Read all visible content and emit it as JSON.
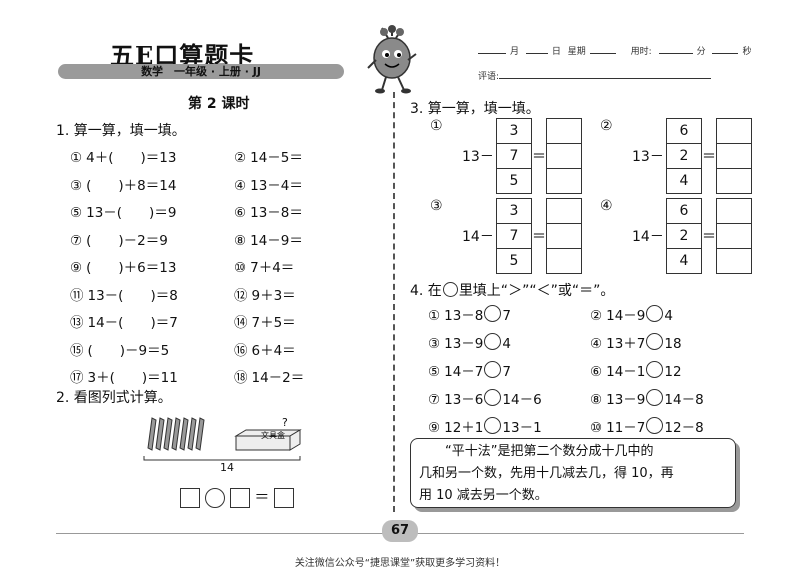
{
  "header": {
    "brand": "五E口算题卡",
    "subtitle": "数学　一年级 · 上册 · JJ",
    "date_labels": [
      "月",
      "日",
      "星期",
      "用时:",
      "分",
      "秒"
    ],
    "comment_label": "评语:"
  },
  "lesson_title": "第 2 课时",
  "section1": {
    "title": "1. 算一算，填一填。",
    "items": [
      {
        "num": "①",
        "text": "4＋(　　)＝13"
      },
      {
        "num": "②",
        "text": "14－5＝"
      },
      {
        "num": "③",
        "text": "(　　)＋8＝14"
      },
      {
        "num": "④",
        "text": "13－4＝"
      },
      {
        "num": "⑤",
        "text": "13－(　　)＝9"
      },
      {
        "num": "⑥",
        "text": "13－8＝"
      },
      {
        "num": "⑦",
        "text": "(　　)－2＝9"
      },
      {
        "num": "⑧",
        "text": "14－9＝"
      },
      {
        "num": "⑨",
        "text": "(　　)＋6＝13"
      },
      {
        "num": "⑩",
        "text": "7＋4＝"
      },
      {
        "num": "⑪",
        "text": "13－(　　)＝8"
      },
      {
        "num": "⑫",
        "text": "9＋3＝"
      },
      {
        "num": "⑬",
        "text": "14－(　　)＝7"
      },
      {
        "num": "⑭",
        "text": "7＋5＝"
      },
      {
        "num": "⑮",
        "text": "(　　)－9＝5"
      },
      {
        "num": "⑯",
        "text": "6＋4＝"
      },
      {
        "num": "⑰",
        "text": "3＋(　　)＝11"
      },
      {
        "num": "⑱",
        "text": "14－2＝"
      }
    ]
  },
  "section2": {
    "title": "2. 看图列式计算。",
    "box_label": "文具盒",
    "question_mark": "?",
    "total": "14",
    "equals": "＝"
  },
  "section3": {
    "title": "3. 算一算，填一填。",
    "groups": [
      {
        "num": "①",
        "minuend": "13－",
        "values": [
          "3",
          "7",
          "5"
        ]
      },
      {
        "num": "②",
        "minuend": "13－",
        "values": [
          "6",
          "2",
          "4"
        ]
      },
      {
        "num": "③",
        "minuend": "14－",
        "values": [
          "3",
          "7",
          "5"
        ]
      },
      {
        "num": "④",
        "minuend": "14－",
        "values": [
          "6",
          "2",
          "4"
        ]
      }
    ],
    "equals": "＝"
  },
  "section4": {
    "title_pre": "4. 在",
    "title_post": "里填上“＞”“＜”或“＝”。",
    "items": [
      {
        "num": "①",
        "left": "13－8",
        "right": "7"
      },
      {
        "num": "②",
        "left": "14－9",
        "right": "4"
      },
      {
        "num": "③",
        "left": "13－9",
        "right": "4"
      },
      {
        "num": "④",
        "left": "13＋7",
        "right": "18"
      },
      {
        "num": "⑤",
        "left": "14－7",
        "right": "7"
      },
      {
        "num": "⑥",
        "left": "14－1",
        "right": "12"
      },
      {
        "num": "⑦",
        "left": "13－6",
        "right": "14－6"
      },
      {
        "num": "⑧",
        "left": "13－9",
        "right": "14－8"
      },
      {
        "num": "⑨",
        "left": "12＋1",
        "right": "13－1"
      },
      {
        "num": "⑩",
        "left": "11－7",
        "right": "12－8"
      }
    ]
  },
  "tip": {
    "line1": "“平十法”是把第二个数分成十几中的",
    "line2": "几和另一个数，先用十几减去几，得 10，再",
    "line3": "用 10 减去另一个数。"
  },
  "page_number": "67",
  "footer": "关注微信公众号“捷思课堂”获取更多学习资料！"
}
